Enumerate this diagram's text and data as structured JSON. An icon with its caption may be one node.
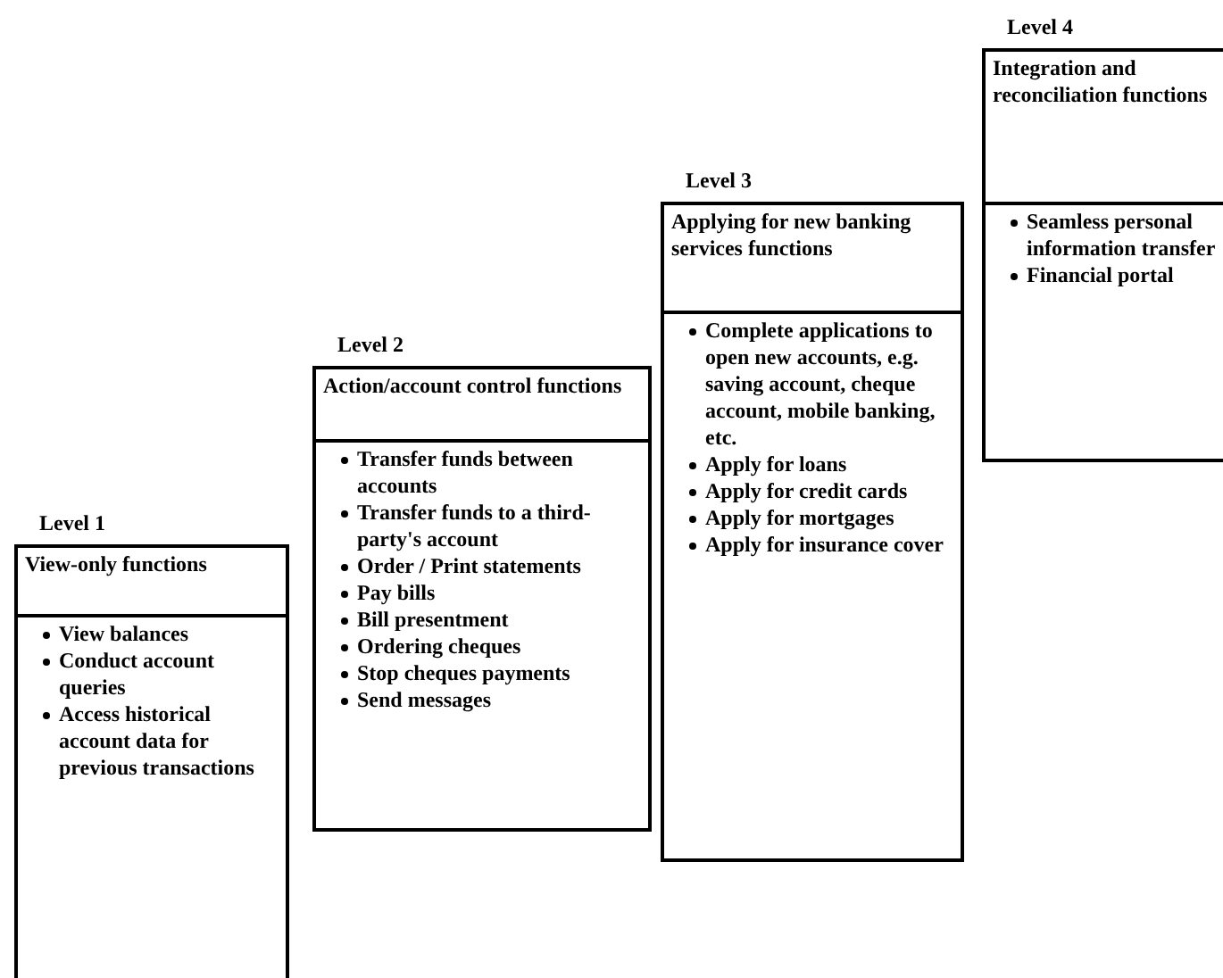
{
  "diagram": {
    "nodes": [
      {
        "text": [
          "View-only functions"
        ],
        "beside": [
          "Level 1"
        ]
      },
      {
        "text": [
          "View balances",
          "Conduct account queries",
          "Access historical account data for previous transactions"
        ]
      },
      {
        "text": [
          "Action/account control functions"
        ],
        "beside": [
          "Level 2"
        ]
      },
      {
        "text": [
          "Transfer funds between accounts",
          "Transfer funds to a third-party's account",
          "Order / Print statements",
          "Pay bills",
          "Bill presentment",
          "Ordering cheques",
          "Stop cheques payments",
          "Send messages"
        ]
      },
      {
        "text": [
          "Applying for new banking services functions"
        ],
        "beside": [
          "Level 3"
        ]
      },
      {
        "text": [
          "Complete applications to open new accounts, e.g. saving account, cheque account, mobile banking, etc.",
          "Apply for loans",
          "Apply for credit cards",
          "Apply for mortgages",
          "Apply for insurance cover"
        ]
      },
      {
        "text": [
          "Integration and reconciliation functions"
        ],
        "beside": [
          "Level 4"
        ]
      },
      {
        "text": [
          "Seamless personal information transfer",
          "Financial portal"
        ]
      }
    ]
  }
}
